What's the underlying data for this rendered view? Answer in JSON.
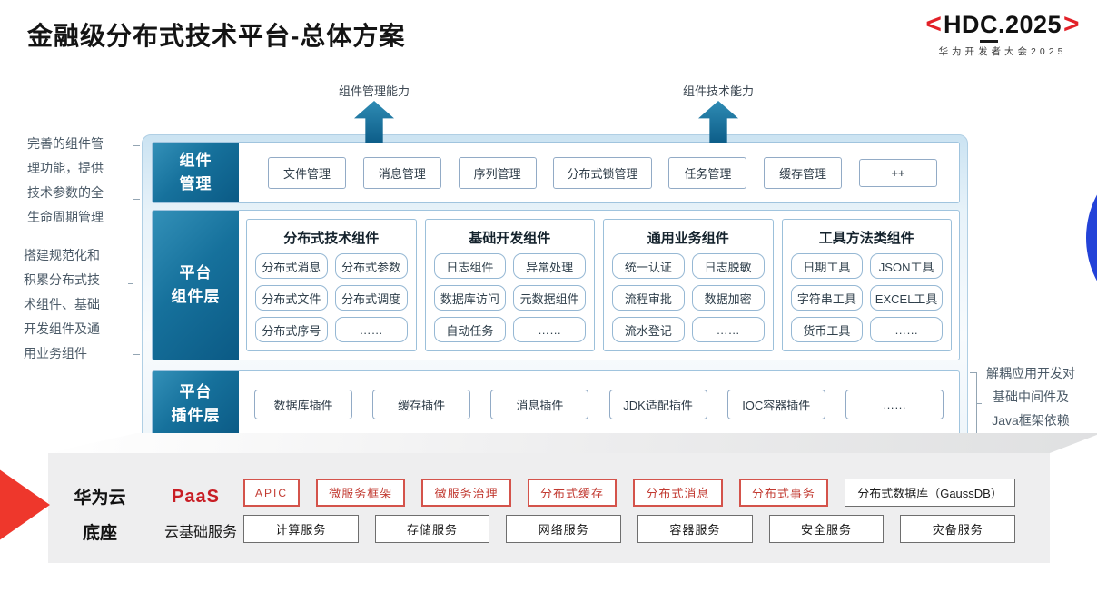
{
  "slide": {
    "title": "金融级分布式技术平台-总体方案",
    "logo": {
      "bracket_left": "<",
      "name_pre": "HD",
      "name_underlined": "C",
      "name_post": ".2025",
      "bracket_right": ">",
      "subtitle": "华为开发者大会2025"
    }
  },
  "capability_arrows": {
    "left_label": "组件管理能力",
    "right_label": "组件技术能力"
  },
  "left_notes": {
    "management_note": "完善的组件管理功能，提供技术参数的全生命周期管理",
    "component_note": "搭建规范化和积累分布式技术组件、基础开发组件及通用业务组件"
  },
  "right_note": "解耦应用开发对基础中间件及Java框架依赖",
  "platform": {
    "management_row": {
      "label_line1": "组件",
      "label_line2": "管理",
      "items": [
        "文件管理",
        "消息管理",
        "序列管理",
        "分布式锁管理",
        "任务管理",
        "缓存管理",
        "++"
      ]
    },
    "component_row": {
      "label_line1": "平台",
      "label_line2": "组件层",
      "groups": [
        {
          "title": "分布式技术组件",
          "items": [
            "分布式消息",
            "分布式参数",
            "分布式文件",
            "分布式调度",
            "分布式序号",
            "……"
          ]
        },
        {
          "title": "基础开发组件",
          "items": [
            "日志组件",
            "异常处理",
            "数据库访问",
            "元数据组件",
            "自动任务",
            "……"
          ]
        },
        {
          "title": "通用业务组件",
          "items": [
            "统一认证",
            "日志脱敏",
            "流程审批",
            "数据加密",
            "流水登记",
            "……"
          ]
        },
        {
          "title": "工具方法类组件",
          "items": [
            "日期工具",
            "JSON工具",
            "字符串工具",
            "EXCEL工具",
            "货币工具",
            "……"
          ]
        }
      ]
    },
    "plugin_row": {
      "label_line1": "平台",
      "label_line2": "插件层",
      "items": [
        "数据库插件",
        "缓存插件",
        "消息插件",
        "JDK适配插件",
        "IOC容器插件",
        "……"
      ]
    }
  },
  "foundation": {
    "label_line1": "华为云",
    "label_line2": "底座",
    "paas": {
      "label": "PaaS",
      "items": [
        "APIC",
        "微服务框架",
        "微服务治理",
        "分布式缓存",
        "分布式消息",
        "分布式事务"
      ],
      "db": "分布式数据库（GaussDB）"
    },
    "cloud": {
      "label": "云基础服务",
      "items": [
        "计算服务",
        "存储服务",
        "网络服务",
        "容器服务",
        "安全服务",
        "灾备服务"
      ]
    }
  },
  "colors": {
    "teal_dark": "#0b5a85",
    "teal_light": "#3390b8",
    "accent_red": "#ee372c",
    "logo_red": "#e22128",
    "circle_blue": "#2342d8"
  }
}
